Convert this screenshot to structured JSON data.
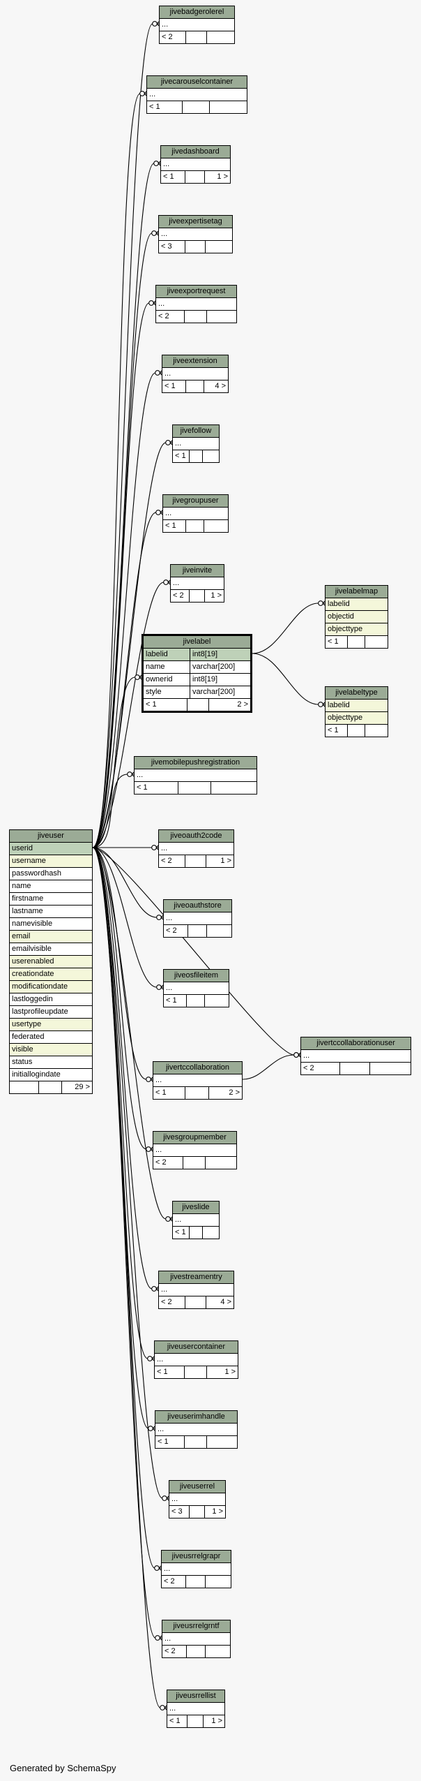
{
  "footer": "Generated by SchemaSpy",
  "tables": [
    {
      "id": "jivebadgerolerel",
      "title": "jivebadgerolerel",
      "rows": [
        "..."
      ],
      "foot": [
        "< 2",
        "",
        ""
      ]
    },
    {
      "id": "jivecarouselcontainer",
      "title": "jivecarouselcontainer",
      "rows": [
        "..."
      ],
      "foot": [
        "< 1",
        "",
        ""
      ]
    },
    {
      "id": "jivedashboard",
      "title": "jivedashboard",
      "rows": [
        "..."
      ],
      "foot": [
        "< 1",
        "",
        "1 >"
      ]
    },
    {
      "id": "jiveexpertisetag",
      "title": "jiveexpertisetag",
      "rows": [
        "..."
      ],
      "foot": [
        "< 3",
        "",
        ""
      ]
    },
    {
      "id": "jiveexportrequest",
      "title": "jiveexportrequest",
      "rows": [
        "..."
      ],
      "foot": [
        "< 2",
        "",
        ""
      ]
    },
    {
      "id": "jiveextension",
      "title": "jiveextension",
      "rows": [
        "..."
      ],
      "foot": [
        "< 1",
        "",
        "4 >"
      ]
    },
    {
      "id": "jivefollow",
      "title": "jivefollow",
      "rows": [
        "..."
      ],
      "foot": [
        "< 1",
        "",
        ""
      ]
    },
    {
      "id": "jivegroupuser",
      "title": "jivegroupuser",
      "rows": [
        "..."
      ],
      "foot": [
        "< 1",
        "",
        ""
      ]
    },
    {
      "id": "jiveinvite",
      "title": "jiveinvite",
      "rows": [
        "..."
      ],
      "foot": [
        "< 2",
        "",
        "1 >"
      ]
    },
    {
      "id": "jivelabelmap",
      "title": "jivelabelmap",
      "rows": [
        "labelid",
        "objectid",
        "objecttype"
      ],
      "hl": [
        0,
        1,
        2
      ],
      "foot": [
        "< 1",
        "",
        ""
      ]
    },
    {
      "id": "jivelabeltype",
      "title": "jivelabeltype",
      "rows": [
        "labelid",
        "objecttype"
      ],
      "hl": [
        0,
        1
      ],
      "foot": [
        "< 1",
        "",
        ""
      ]
    },
    {
      "id": "jivelabel",
      "title": "jivelabel",
      "focus": true,
      "cols": [
        [
          "labelid",
          "int8[19]"
        ],
        [
          "name",
          "varchar[200]"
        ],
        [
          "ownerid",
          "int8[19]"
        ],
        [
          "style",
          "varchar[200]"
        ]
      ],
      "pk": [
        0
      ],
      "foot": [
        "< 1",
        "",
        "2 >"
      ]
    },
    {
      "id": "jivemobilepushregistration",
      "title": "jivemobilepushregistration",
      "rows": [
        "..."
      ],
      "foot": [
        "< 1",
        "",
        ""
      ]
    },
    {
      "id": "jiveuser",
      "title": "jiveuser",
      "rows": [
        "userid",
        "username",
        "passwordhash",
        "name",
        "firstname",
        "lastname",
        "namevisible",
        "email",
        "emailvisible",
        "userenabled",
        "creationdate",
        "modificationdate",
        "lastloggedin",
        "lastprofileupdate",
        "usertype",
        "federated",
        "visible",
        "status",
        "initiallogindate"
      ],
      "pk": [
        0
      ],
      "hl": [
        1,
        7,
        9,
        10,
        11,
        14,
        16
      ],
      "foot": [
        "",
        "",
        "29 >"
      ]
    },
    {
      "id": "jiveoauth2code",
      "title": "jiveoauth2code",
      "rows": [
        "..."
      ],
      "foot": [
        "< 2",
        "",
        "1 >"
      ]
    },
    {
      "id": "jiveoauthstore",
      "title": "jiveoauthstore",
      "rows": [
        "..."
      ],
      "foot": [
        "< 2",
        "",
        ""
      ]
    },
    {
      "id": "jiveosfileitem",
      "title": "jiveosfileitem",
      "rows": [
        "..."
      ],
      "foot": [
        "< 1",
        "",
        ""
      ]
    },
    {
      "id": "jivertccollaborationuser",
      "title": "jivertccollaborationuser",
      "rows": [
        "..."
      ],
      "foot": [
        "< 2",
        "",
        ""
      ]
    },
    {
      "id": "jivertccollaboration",
      "title": "jivertccollaboration",
      "rows": [
        "..."
      ],
      "foot": [
        "< 1",
        "",
        "2 >"
      ]
    },
    {
      "id": "jivesgroupmember",
      "title": "jivesgroupmember",
      "rows": [
        "..."
      ],
      "foot": [
        "< 2",
        "",
        ""
      ]
    },
    {
      "id": "jiveslide",
      "title": "jiveslide",
      "rows": [
        "..."
      ],
      "foot": [
        "< 1",
        "",
        ""
      ]
    },
    {
      "id": "jivestreamentry",
      "title": "jivestreamentry",
      "rows": [
        "..."
      ],
      "foot": [
        "< 2",
        "",
        "4 >"
      ]
    },
    {
      "id": "jiveusercontainer",
      "title": "jiveusercontainer",
      "rows": [
        "..."
      ],
      "foot": [
        "< 1",
        "",
        "1 >"
      ]
    },
    {
      "id": "jiveuserimhandle",
      "title": "jiveuserimhandle",
      "rows": [
        "..."
      ],
      "foot": [
        "< 1",
        "",
        ""
      ]
    },
    {
      "id": "jiveuserrel",
      "title": "jiveuserrel",
      "rows": [
        "..."
      ],
      "foot": [
        "< 3",
        "",
        "1 >"
      ]
    },
    {
      "id": "jiveusrrelgrapr",
      "title": "jiveusrrelgrapr",
      "rows": [
        "..."
      ],
      "foot": [
        "< 2",
        "",
        ""
      ]
    },
    {
      "id": "jiveusrrelgrntf",
      "title": "jiveusrrelgrntf",
      "rows": [
        "..."
      ],
      "foot": [
        "< 2",
        "",
        ""
      ]
    },
    {
      "id": "jiveusrrellist",
      "title": "jiveusrrellist",
      "rows": [
        "..."
      ],
      "foot": [
        "< 1",
        "",
        "1 >"
      ]
    }
  ]
}
